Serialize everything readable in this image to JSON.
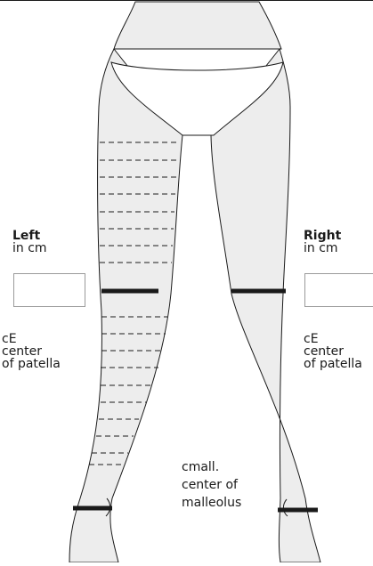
{
  "left": {
    "title": "Left",
    "unit": "in cm",
    "measure_code": "cE",
    "measure_line1": "center",
    "measure_line2": "of patella",
    "value": ""
  },
  "right": {
    "title": "Right",
    "unit": "in cm",
    "measure_code": "cE",
    "measure_line1": "center",
    "measure_line2": "of patella",
    "value": ""
  },
  "ankle": {
    "code": "cmall.",
    "line1": "center of",
    "line2": "malleolus"
  },
  "colors": {
    "skin": "#ededed",
    "outline": "#1a1a1a",
    "band": "#1a1a1a",
    "field_border": "#9a9a9a"
  }
}
